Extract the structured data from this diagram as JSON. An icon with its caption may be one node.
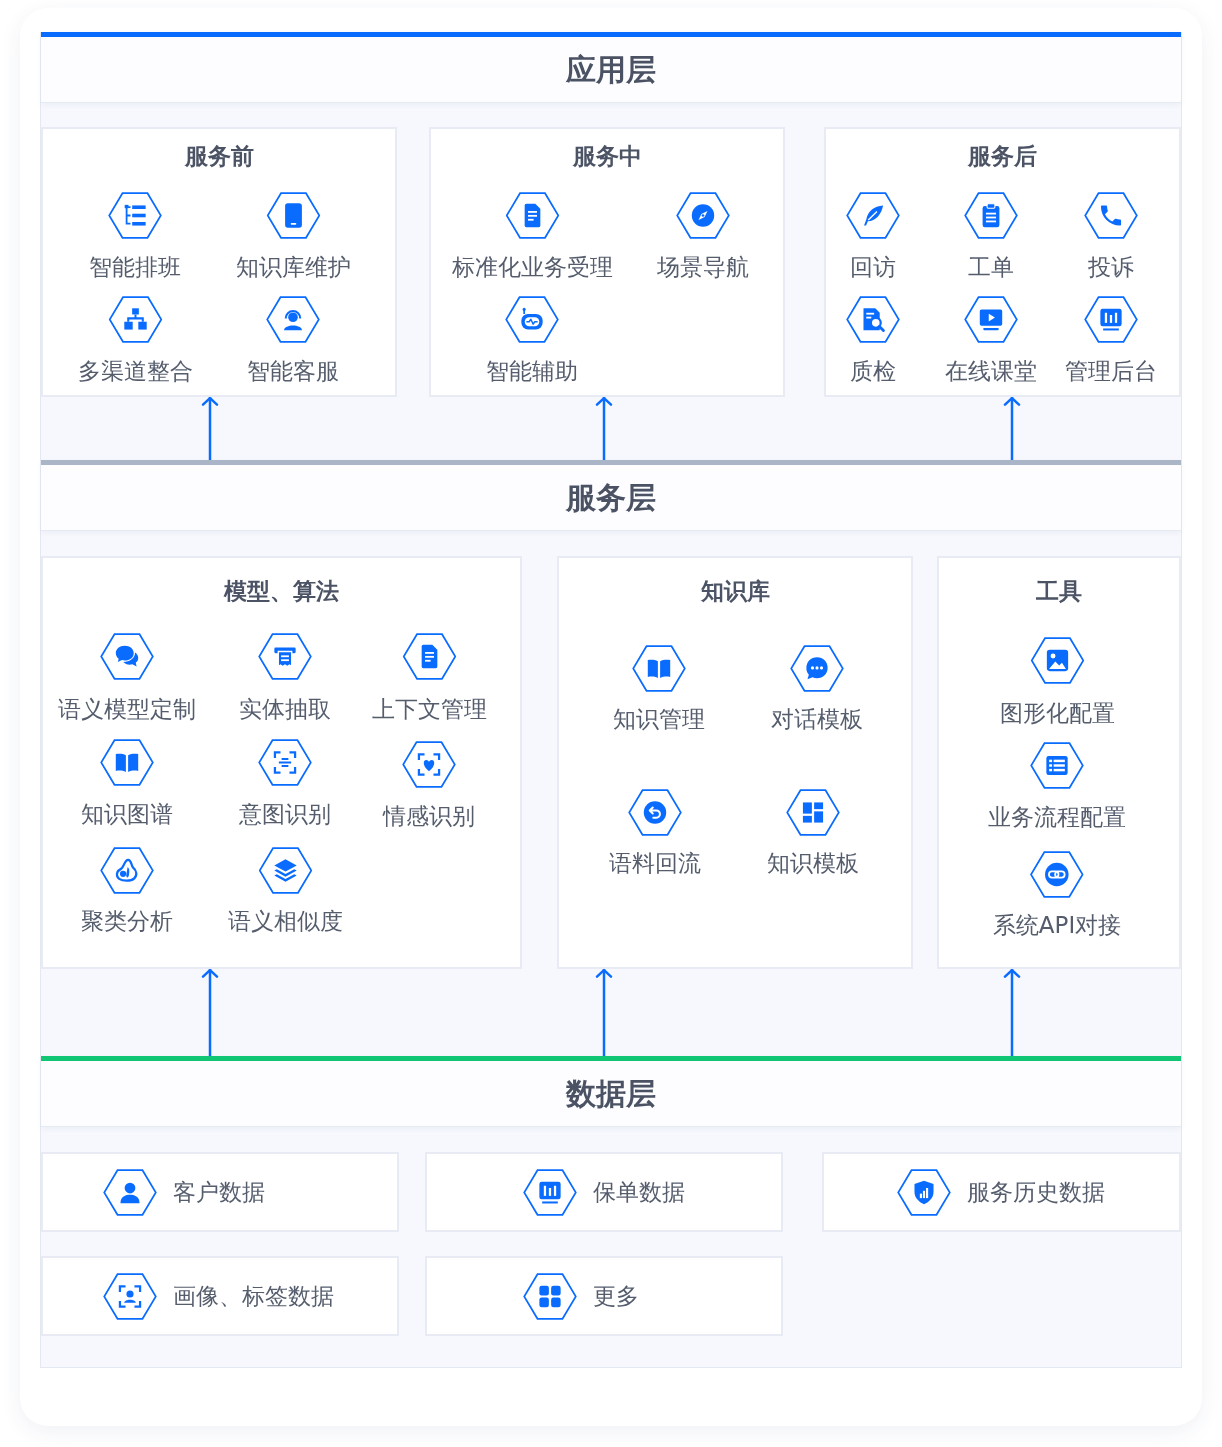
{
  "diagram": {
    "nodes": [
      {
        "text": [
          "应用层"
        ]
      },
      {
        "text": [
          "服务前"
        ]
      },
      {
        "text": [
          "智能排班"
        ],
        "in": 1
      },
      {
        "text": [
          "知识库维护"
        ],
        "in": 1
      },
      {
        "text": [
          "多渠道整合"
        ],
        "in": 1
      },
      {
        "text": [
          "智能客服"
        ],
        "in": 1
      },
      {
        "text": [
          "服务中"
        ]
      },
      {
        "text": [
          "标准化业务受理"
        ],
        "in": 6
      },
      {
        "text": [
          "场景导航"
        ],
        "in": 6
      },
      {
        "text": [
          "智能辅助"
        ],
        "in": 6
      },
      {
        "text": [
          "服务后"
        ]
      },
      {
        "text": [
          "回访"
        ],
        "in": 10
      },
      {
        "text": [
          "工单"
        ],
        "in": 10
      },
      {
        "text": [
          "投诉"
        ],
        "in": 10
      },
      {
        "text": [
          "质检"
        ],
        "in": 10
      },
      {
        "text": [
          "在线课堂"
        ],
        "in": 10
      },
      {
        "text": [
          "管理后台"
        ],
        "in": 10
      },
      {
        "text": [
          "服务层"
        ]
      },
      {
        "text": [
          "模型、算法"
        ]
      },
      {
        "text": [
          "语义模型定制"
        ],
        "in": 18
      },
      {
        "text": [
          "实体抽取"
        ],
        "in": 18
      },
      {
        "text": [
          "上下文管理"
        ],
        "in": 18
      },
      {
        "text": [
          "知识图谱"
        ],
        "in": 18
      },
      {
        "text": [
          "意图识别"
        ],
        "in": 18
      },
      {
        "text": [
          "情感识别"
        ],
        "in": 18
      },
      {
        "text": [
          "聚类分析"
        ],
        "in": 18
      },
      {
        "text": [
          "语义相似度"
        ],
        "in": 18
      },
      {
        "text": [
          "知识库"
        ]
      },
      {
        "text": [
          "知识管理"
        ],
        "in": 27
      },
      {
        "text": [
          "对话模板"
        ],
        "in": 27
      },
      {
        "text": [
          "语料回流"
        ],
        "in": 27
      },
      {
        "text": [
          "知识模板"
        ],
        "in": 27
      },
      {
        "text": [
          "工具"
        ]
      },
      {
        "text": [
          "图形化配置"
        ],
        "in": 32
      },
      {
        "text": [
          "业务流程配置"
        ],
        "in": 32
      },
      {
        "text": [
          "系统API对接"
        ],
        "in": 32
      },
      {
        "text": [
          "数据层"
        ]
      },
      {
        "text": [
          "客户数据"
        ]
      },
      {
        "text": [
          "保单数据"
        ]
      },
      {
        "text": [
          "服务历史数据"
        ]
      },
      {
        "text": [
          "画像、标签数据"
        ]
      },
      {
        "text": [
          "更多"
        ]
      }
    ],
    "edges": [
      {
        "from": 17,
        "to": 1,
        "arrow": "to"
      },
      {
        "from": 17,
        "to": 6,
        "arrow": "to"
      },
      {
        "from": 17,
        "to": 10,
        "arrow": "to"
      },
      {
        "from": 36,
        "to": 18,
        "arrow": "to"
      },
      {
        "from": 36,
        "to": 27,
        "arrow": "to"
      },
      {
        "from": 36,
        "to": 32,
        "arrow": "to"
      }
    ]
  }
}
